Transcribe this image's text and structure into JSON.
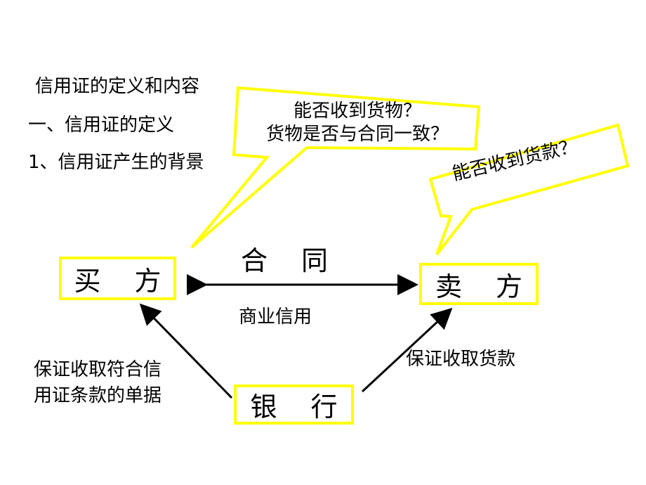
{
  "header": {
    "line1": "信用证的定义和内容",
    "line2": "一、信用证的定义",
    "line3": "1、信用证产生的背景"
  },
  "bubbles": {
    "buyer_q1": "能否收到货物？",
    "buyer_q2": "货物是否与合同一致？",
    "seller_q": "能否收到货款？"
  },
  "nodes": {
    "buyer_a": "买",
    "buyer_b": "方",
    "seller_a": "卖",
    "seller_b": "方",
    "bank_a": "银",
    "bank_b": "行"
  },
  "edges": {
    "contract_a": "合",
    "contract_b": "同",
    "commercial_credit": "商业信用",
    "bank_to_buyer_1": "保证收取符合信",
    "bank_to_buyer_2": "用证条款的单据",
    "bank_to_seller": "保证收取货款"
  },
  "colors": {
    "accent": "#ffff00",
    "line": "#000000",
    "background": "#ffffff"
  }
}
